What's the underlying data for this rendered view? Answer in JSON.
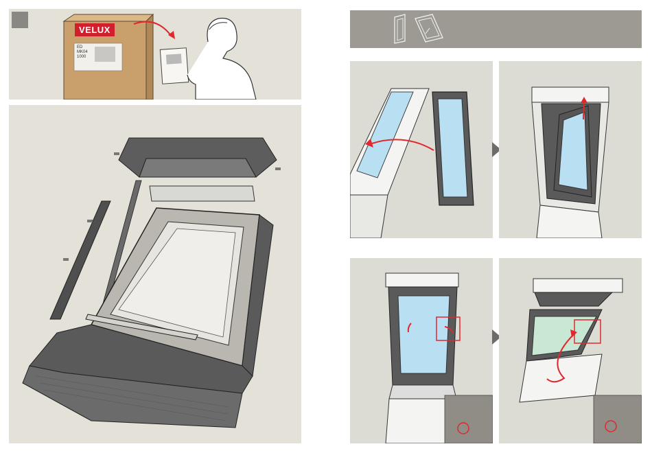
{
  "brand": {
    "name": "VELUX",
    "box_label_lines": [
      "ED",
      "MK04",
      "1000"
    ],
    "brand_color": "#d0202d"
  },
  "colors": {
    "panel": "#e3e1d8",
    "header_bar": "#9c9a93",
    "accent_arrow": "#e0282e",
    "glass": "#b9dff2"
  },
  "icons": {
    "window_pair": "window-open-pair-icon",
    "step_marker": "step-square",
    "next_arrow": "triangle-right-arrow"
  }
}
